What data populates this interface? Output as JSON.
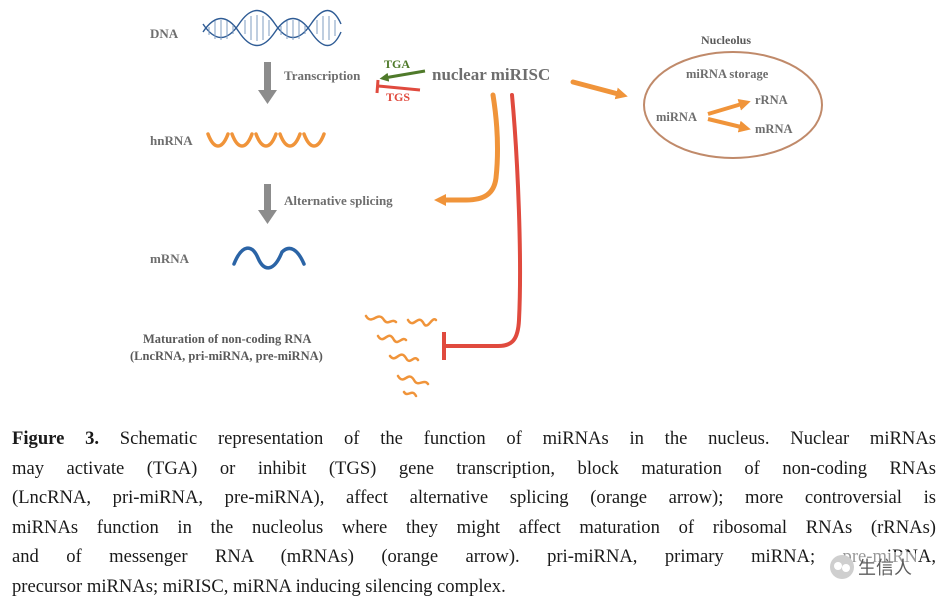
{
  "diagram": {
    "labels": {
      "dna": "DNA",
      "transcription": "Transcription",
      "hnrna": "hnRNA",
      "alt_splicing": "Alternative splicing",
      "mrna": "mRNA",
      "maturation_line1": "Maturation of  non-coding RNA",
      "maturation_line2": "(LncRNA, pri-miRNA, pre-miRNA)",
      "nuclear_mirisc": "nuclear miRISC",
      "tga": "TGA",
      "tgs": "TGS",
      "nucleolus": "Nucleolus",
      "mirna_storage": "miRNA storage",
      "nucleolus_mirna": "miRNA",
      "rrna": "rRNA",
      "nucleolus_mrna": "mRNA"
    },
    "colors": {
      "orange": "#f0943a",
      "red": "#e04a3e",
      "gray_arrow": "#8c8c8c",
      "green": "#4f7a2a",
      "dna_blue": "#2f5c95",
      "mrna_blue": "#2b64a6",
      "nucleolus_border": "#c08a6a"
    },
    "icons": {
      "dna": "dna-helix-icon",
      "hnrna": "hnrna-wave-icon",
      "mrna": "mrna-wave-icon",
      "ncrna": "noncoding-rna-fragments-icon"
    }
  },
  "caption": {
    "figure_label": "Figure 3.",
    "line1": "Schematic representation of the function of miRNAs in the nucleus.  Nuclear miRNAs",
    "line2": "may activate (TGA) or inhibit (TGS) gene transcription, block maturation of non-coding RNAs",
    "line3": "(LncRNA, pri-miRNA, pre-miRNA), affect alternative splicing (orange arrow); more controversial is",
    "line4": "miRNAs function in the nucleolus where they might affect maturation of ribosomal RNAs (rRNAs)",
    "line5": "and of messenger RNA (mRNAs) (orange arrow).  pri-miRNA, primary miRNA; pre-miRNA,",
    "line6": "precursor miRNAs; miRISC, miRNA inducing silencing complex."
  },
  "watermark": {
    "text": "生信人"
  }
}
